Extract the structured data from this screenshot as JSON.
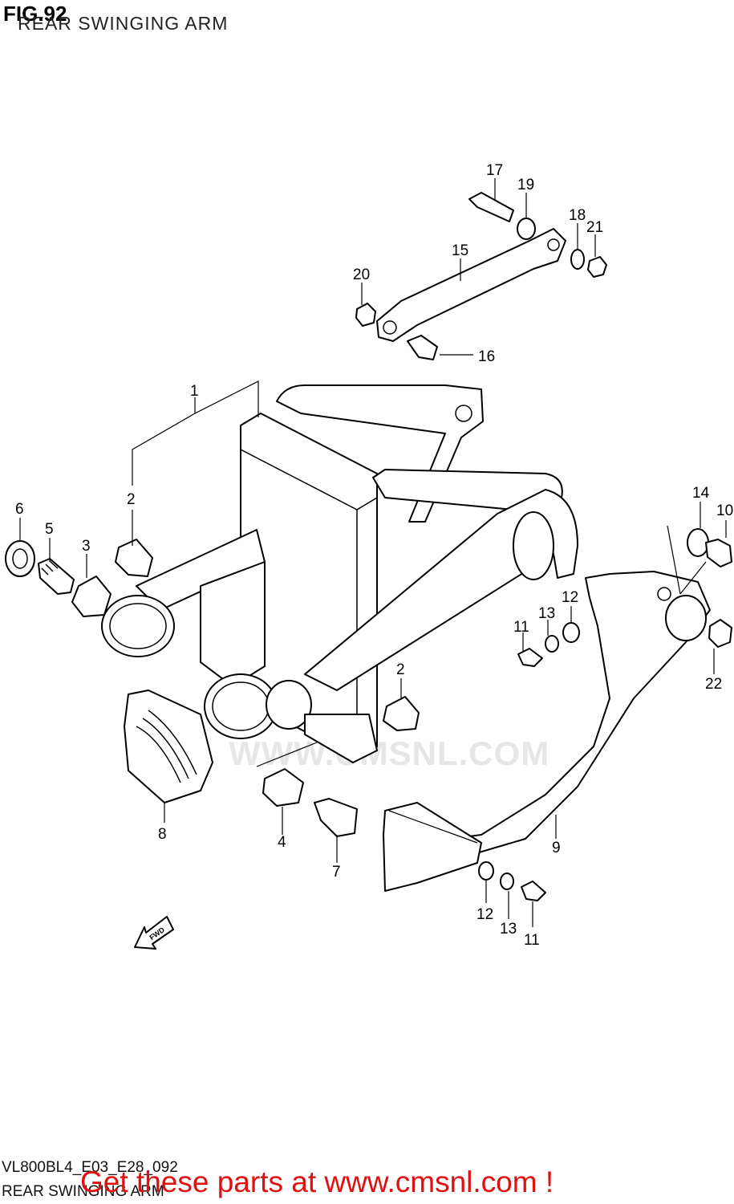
{
  "header": {
    "figure": "FIG.92",
    "title": "REAR SWINGING ARM"
  },
  "watermark": {
    "text": "WWW.CMSNL.COM"
  },
  "footer": {
    "code": "VL800BL4_E03_E28_092",
    "name": "REAR SWINGING ARM",
    "cta": "Get these parts at www.cmsnl.com !"
  },
  "direction_arrow": {
    "label": "FWD"
  },
  "callouts": {
    "c1": "1",
    "c2a": "2",
    "c2b": "2",
    "c3": "3",
    "c4": "4",
    "c5": "5",
    "c6": "6",
    "c7": "7",
    "c8": "8",
    "c9": "9",
    "c10": "10",
    "c11a": "11",
    "c11b": "11",
    "c12a": "12",
    "c12b": "12",
    "c13a": "13",
    "c13b": "13",
    "c14": "14",
    "c15": "15",
    "c16": "16",
    "c17": "17",
    "c18": "18",
    "c19": "19",
    "c20": "20",
    "c21": "21",
    "c22": "22"
  }
}
